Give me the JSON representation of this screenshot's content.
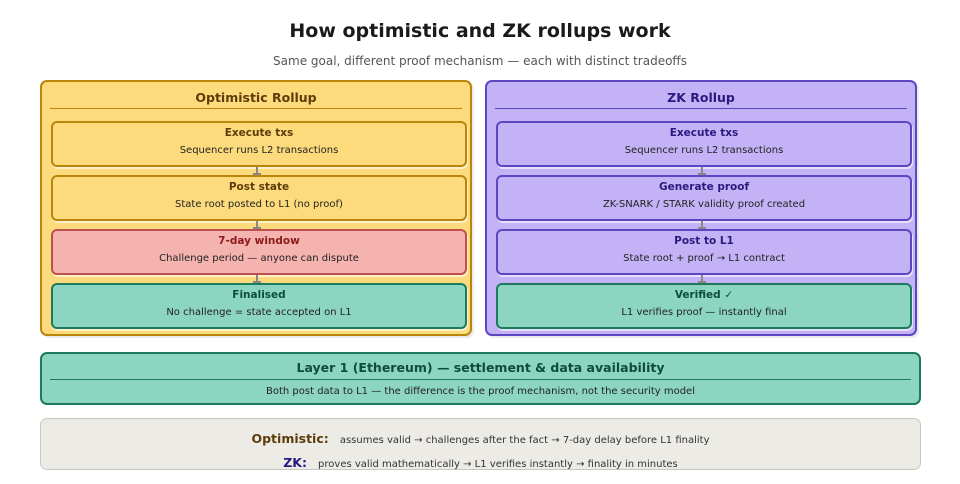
{
  "header": {
    "title": "How optimistic and ZK rollups work",
    "subtitle": "Same goal, different proof mechanism — each with distinct tradeoffs"
  },
  "colors": {
    "optimistic_fill": "#fddb7c",
    "optimistic_border": "#b8860b",
    "zk_fill": "#c3b2f5",
    "zk_border": "#5b47c4",
    "challenge_fill": "#f5b3b0",
    "challenge_border": "#c0504d",
    "final_fill": "#8cd6c1",
    "final_border": "#1e7a5e",
    "summary_fill": "#ecebe6"
  },
  "optimistic": {
    "title": "Optimistic Rollup",
    "steps": [
      {
        "title": "Execute txs",
        "desc": "Sequencer runs L2 transactions"
      },
      {
        "title": "Post state",
        "desc": "State root posted to L1 (no proof)"
      },
      {
        "title": "7-day window",
        "desc": "Challenge period — anyone can dispute"
      },
      {
        "title": "Finalised",
        "desc": "No challenge = state accepted on L1"
      }
    ]
  },
  "zk": {
    "title": "ZK Rollup",
    "steps": [
      {
        "title": "Execute txs",
        "desc": "Sequencer runs L2 transactions"
      },
      {
        "title": "Generate proof",
        "desc": "ZK-SNARK / STARK validity proof created"
      },
      {
        "title": "Post to L1",
        "desc": "State root + proof → L1 contract"
      },
      {
        "title": "Verified ✓",
        "desc": "L1 verifies proof — instantly final"
      }
    ]
  },
  "layer1": {
    "title": "Layer 1 (Ethereum) — settlement & data availability",
    "desc": "Both post data to L1 — the difference is the proof mechanism, not the security model"
  },
  "summary": {
    "optimistic_label": "Optimistic:",
    "optimistic_text": "assumes valid → challenges after the fact → 7-day delay before L1 finality",
    "zk_label": "ZK:",
    "zk_text": "proves valid mathematically → L1 verifies instantly → finality in minutes"
  }
}
